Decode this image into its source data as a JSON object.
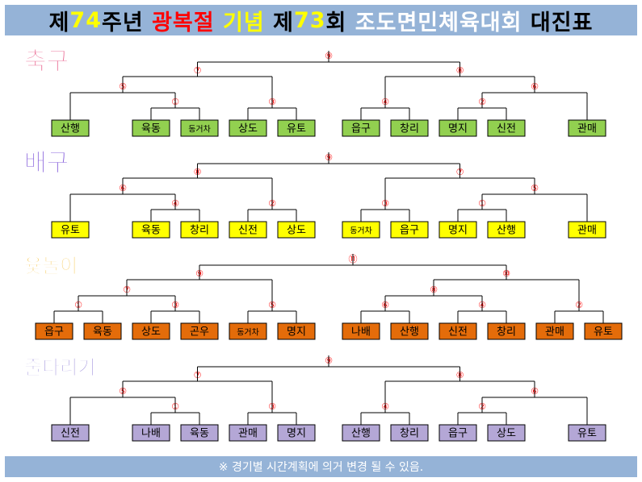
{
  "title": {
    "segments": [
      {
        "text": "제",
        "color": "#000000"
      },
      {
        "text": "74",
        "color": "#ffff00"
      },
      {
        "text": "주년 ",
        "color": "#000000"
      },
      {
        "text": "광복절",
        "color": "#ff0000"
      },
      {
        "text": " 기념 ",
        "color": "#ffff00"
      },
      {
        "text": "제",
        "color": "#000000"
      },
      {
        "text": "73",
        "color": "#ffff00"
      },
      {
        "text": "회 ",
        "color": "#000000"
      },
      {
        "text": "조도면민체육대회",
        "color": "#ffffff"
      },
      {
        "text": " 대진표",
        "color": "#000000"
      }
    ]
  },
  "footer": "※ 경기별 시간계획에 의거 변경 될 수 있음.",
  "sports": [
    {
      "name": "축구",
      "label_color": "#e9658f",
      "team_fill": "#92d050",
      "teams": [
        "산행",
        "육동",
        "동거차",
        "상도",
        "유토",
        "읍구",
        "창리",
        "명지",
        "신전",
        "관매"
      ],
      "matches": [
        "①",
        "③",
        "⑤",
        "⑦",
        "④",
        "②",
        "⑥",
        "⑧",
        "⑨"
      ]
    },
    {
      "name": "배구",
      "label_color": "#7a4fd8",
      "team_fill": "#ffff00",
      "teams": [
        "유토",
        "육동",
        "창리",
        "신전",
        "상도",
        "동거차",
        "읍구",
        "명지",
        "산행",
        "관매"
      ],
      "matches": [
        "④",
        "②",
        "⑥",
        "⑧",
        "③",
        "①",
        "⑤",
        "⑦",
        "⑨"
      ]
    },
    {
      "name": "윷놀이",
      "label_color": "#f5c242",
      "team_fill": "#e46c0a",
      "teams": [
        "읍구",
        "육동",
        "상도",
        "곤우",
        "동거차",
        "명지",
        "나배",
        "산행",
        "신전",
        "창리",
        "관매",
        "유토"
      ],
      "matches": [
        "①",
        "③",
        "⑦",
        "⑤",
        "⑨",
        "⑥",
        "④",
        "⑧",
        "②",
        "⑩",
        "⑪"
      ]
    },
    {
      "name": "줄다리기",
      "label_color": "#8f7fd6",
      "team_fill": "#b4a7d6",
      "teams": [
        "신전",
        "나배",
        "육동",
        "관매",
        "명지",
        "산행",
        "창리",
        "읍구",
        "상도",
        "유토"
      ],
      "matches": [
        "①",
        "③",
        "⑤",
        "⑦",
        "④",
        "②",
        "⑥",
        "⑧",
        "⑨"
      ]
    }
  ]
}
